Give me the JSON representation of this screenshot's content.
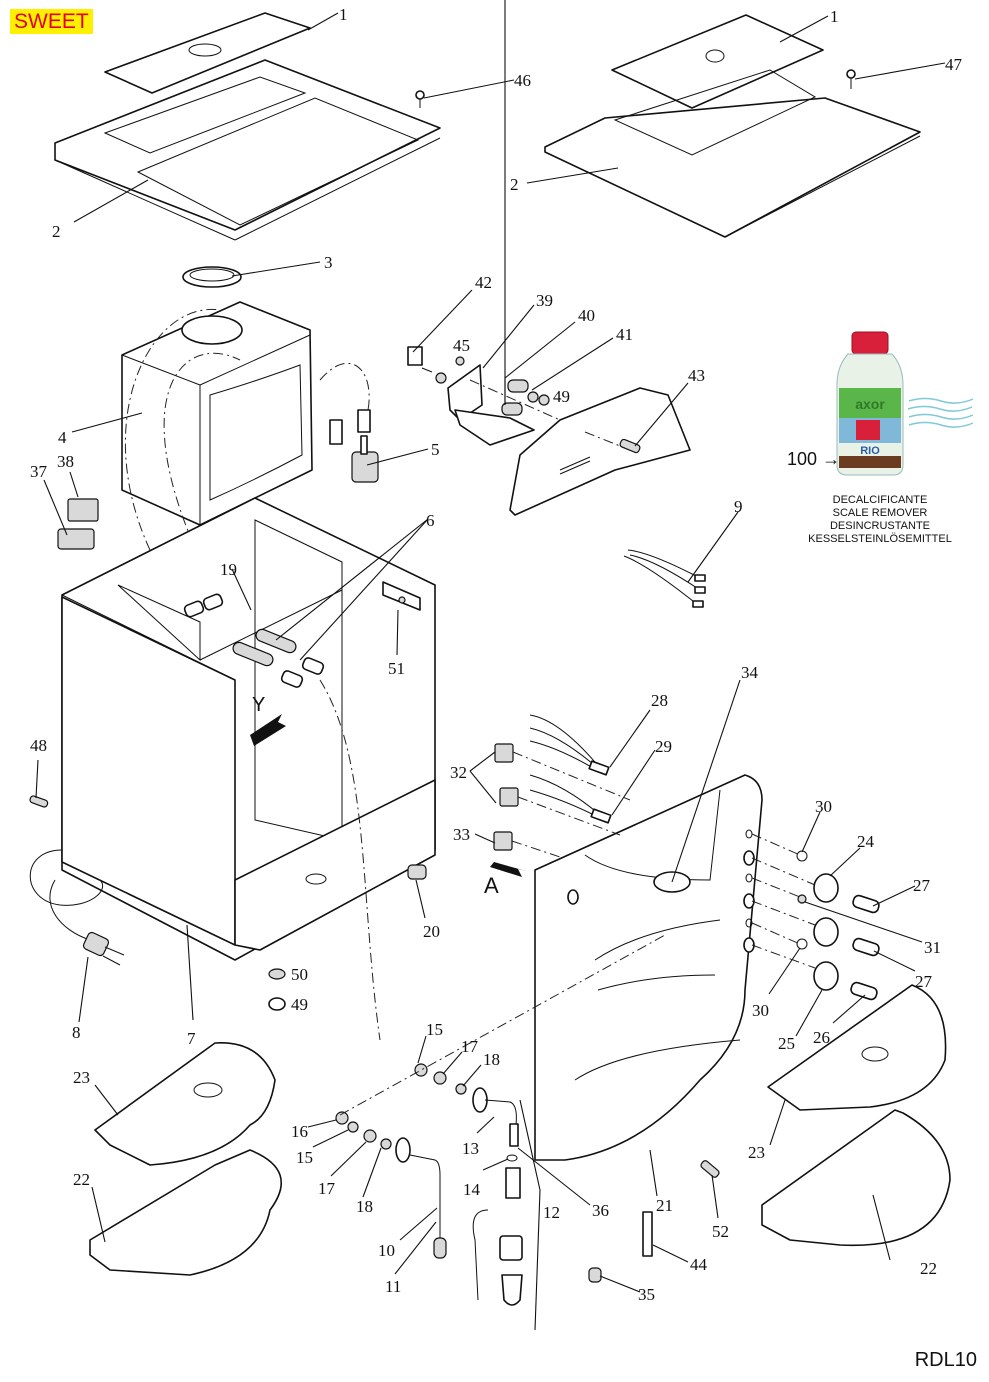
{
  "model_label": "SWEET",
  "drawing_code": "RDL10",
  "colors": {
    "badge_bg": "#ffef00",
    "badge_text": "#e3001b",
    "bottle_cap": "#d8203a",
    "bottle_label": "#5bb64a",
    "wave_lines": "#7fcad6"
  },
  "accessory": {
    "ref": "100",
    "arrow": "→",
    "brand_on_label": "axor",
    "product_on_label": "RIO",
    "captions": [
      "DECALCIFICANTE",
      "SCALE REMOVER",
      "DESINCRUSTANTE",
      "KESSELSTEINLÖSEMITTEL"
    ]
  },
  "view_markers": [
    {
      "id": "Y",
      "label": "Y"
    },
    {
      "id": "A",
      "label": "A"
    }
  ],
  "callouts": [
    {
      "id": "c1a",
      "text": "1"
    },
    {
      "id": "c2a",
      "text": "2"
    },
    {
      "id": "c46",
      "text": "46"
    },
    {
      "id": "c1b",
      "text": "1"
    },
    {
      "id": "c47",
      "text": "47"
    },
    {
      "id": "c2b",
      "text": "2"
    },
    {
      "id": "c3",
      "text": "3"
    },
    {
      "id": "c4",
      "text": "4"
    },
    {
      "id": "c5",
      "text": "5"
    },
    {
      "id": "c38",
      "text": "38"
    },
    {
      "id": "c37",
      "text": "37"
    },
    {
      "id": "c42",
      "text": "42"
    },
    {
      "id": "c39",
      "text": "39"
    },
    {
      "id": "c40",
      "text": "40"
    },
    {
      "id": "c41",
      "text": "41"
    },
    {
      "id": "c45",
      "text": "45"
    },
    {
      "id": "c49a",
      "text": "49"
    },
    {
      "id": "c43",
      "text": "43"
    },
    {
      "id": "c9",
      "text": "9"
    },
    {
      "id": "c6",
      "text": "6"
    },
    {
      "id": "c19",
      "text": "19"
    },
    {
      "id": "c51",
      "text": "51"
    },
    {
      "id": "c48",
      "text": "48"
    },
    {
      "id": "c20",
      "text": "20"
    },
    {
      "id": "c50",
      "text": "50"
    },
    {
      "id": "c49b",
      "text": "49"
    },
    {
      "id": "c8",
      "text": "8"
    },
    {
      "id": "c7",
      "text": "7"
    },
    {
      "id": "c34",
      "text": "34"
    },
    {
      "id": "c28",
      "text": "28"
    },
    {
      "id": "c29",
      "text": "29"
    },
    {
      "id": "c32",
      "text": "32"
    },
    {
      "id": "c33",
      "text": "33"
    },
    {
      "id": "c30a",
      "text": "30"
    },
    {
      "id": "c24",
      "text": "24"
    },
    {
      "id": "c27a",
      "text": "27"
    },
    {
      "id": "c31",
      "text": "31"
    },
    {
      "id": "c27b",
      "text": "27"
    },
    {
      "id": "c30b",
      "text": "30"
    },
    {
      "id": "c25",
      "text": "25"
    },
    {
      "id": "c26",
      "text": "26"
    },
    {
      "id": "c23a",
      "text": "23"
    },
    {
      "id": "c22a",
      "text": "22"
    },
    {
      "id": "c23b",
      "text": "23"
    },
    {
      "id": "c22b",
      "text": "22"
    },
    {
      "id": "c15a",
      "text": "15"
    },
    {
      "id": "c17a",
      "text": "17"
    },
    {
      "id": "c18a",
      "text": "18"
    },
    {
      "id": "c16",
      "text": "16"
    },
    {
      "id": "c15b",
      "text": "15"
    },
    {
      "id": "c17b",
      "text": "17"
    },
    {
      "id": "c18b",
      "text": "18"
    },
    {
      "id": "c13",
      "text": "13"
    },
    {
      "id": "c14",
      "text": "14"
    },
    {
      "id": "c12",
      "text": "12"
    },
    {
      "id": "c36",
      "text": "36"
    },
    {
      "id": "c10",
      "text": "10"
    },
    {
      "id": "c11",
      "text": "11"
    },
    {
      "id": "c21",
      "text": "21"
    },
    {
      "id": "c52",
      "text": "52"
    },
    {
      "id": "c44",
      "text": "44"
    },
    {
      "id": "c35",
      "text": "35"
    }
  ]
}
